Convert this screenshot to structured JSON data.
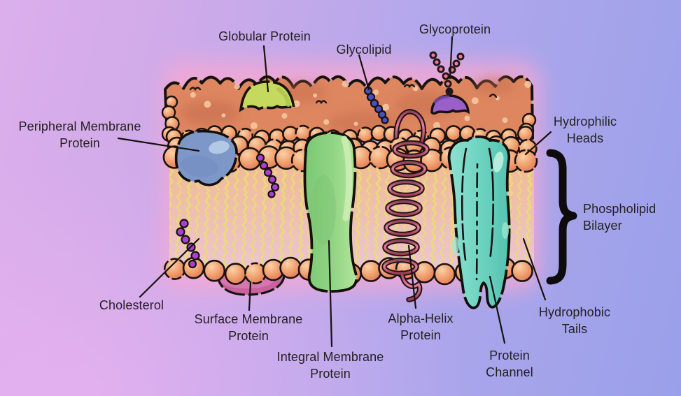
{
  "diagram": {
    "subject_labels": [
      "Globular Protein",
      "Glycolipid",
      "Glycoprotein",
      "Peripheral Membrane Protein",
      "Hydrophilic Heads",
      "Phospholipid Bilayer",
      "Cholesterol",
      "Surface Membrane Protein",
      "Integral Membrane Protein",
      "Alpha-Helix Protein",
      "Protein Channel",
      "Hydrophobic Tails"
    ]
  },
  "labels": {
    "globular": [
      "Globular Protein"
    ],
    "glycolipid": [
      "Glycolipid"
    ],
    "glycoprotein": [
      "Glycoprotein"
    ],
    "peripheral": [
      "Peripheral Membrane",
      "Protein"
    ],
    "hydrophilic": [
      "Hydrophilic",
      "Heads"
    ],
    "phospholipid": [
      "Phospholipid",
      "Bilayer"
    ],
    "cholesterol": [
      "Cholesterol"
    ],
    "surface": [
      "Surface Membrane",
      "Protein"
    ],
    "integral": [
      "Integral Membrane",
      "Protein"
    ],
    "alpha_helix": [
      "Alpha-Helix",
      "Protein"
    ],
    "channel": [
      "Protein",
      "Channel"
    ],
    "hydrophobic": [
      "Hydrophobic",
      "Tails"
    ]
  },
  "colors": {
    "bg_left": "#dcaeec",
    "bg_right": "#99a0e9",
    "band_orange": "#dd8660",
    "band_patch": "#c56c4a",
    "band_dot": "#f4c49e",
    "head_orange": "#ef9a6b",
    "head_highlight": "#fbd2a9",
    "tail_yellow": "#e9de6e",
    "tails_bg_pink": "#edc5d8",
    "glow_pink": "#f6a8d2",
    "outline_black": "#17120f",
    "globular_green": "#c5d95e",
    "glycolipid_blue": "#4851c1",
    "glycoprotein_purple": "#9b5fc9",
    "glyco_bead_pink": "#ee7d8d",
    "peripheral_blue": "#7e97c9",
    "integral_green": "#8ed283",
    "helix_pink": "#e8809a",
    "helix_dark": "#8f4258",
    "channel_teal": "#6fd4c2",
    "surface_magenta": "#c9619f",
    "cholesterol_purple": "#ab3fcf",
    "label_text": "#241f22"
  }
}
